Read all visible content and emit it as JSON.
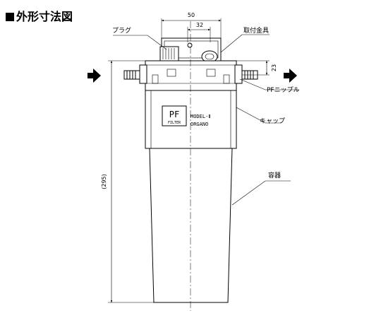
{
  "title": "外形寸法図",
  "labels": {
    "plug": "プラグ",
    "bracket": "取付金具",
    "pf_nipple": "PFニップル",
    "cap": "キャップ",
    "container": "容器"
  },
  "dimensions": {
    "width_50": "50",
    "width_32": "32",
    "height_23": "23",
    "height_295": "(295)"
  },
  "logo": {
    "pf": "PF",
    "filter": "FILTER",
    "model": "MODEL-Ⅱ",
    "organo": "ORGANO"
  },
  "icons": {
    "inlet": "arrow-right-icon",
    "outlet": "arrow-right-icon"
  }
}
